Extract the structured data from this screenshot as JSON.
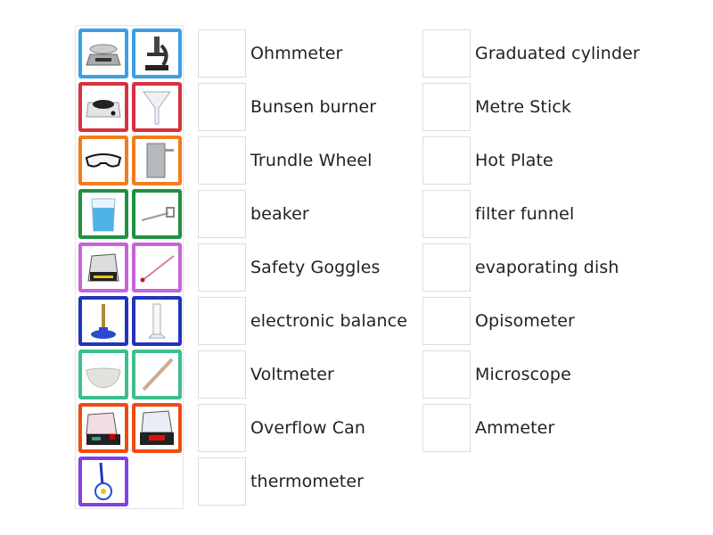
{
  "activity": {
    "type": "match-up",
    "tiles": [
      {
        "icon": "electronic-balance-icon",
        "color": "#3aa0e6"
      },
      {
        "icon": "microscope-icon",
        "color": "#3aa0e6"
      },
      {
        "icon": "hot-plate-icon",
        "color": "#d8303f"
      },
      {
        "icon": "filter-funnel-icon",
        "color": "#d8303f"
      },
      {
        "icon": "safety-goggles-icon",
        "color": "#f07c1c"
      },
      {
        "icon": "overflow-can-icon",
        "color": "#f07c1c"
      },
      {
        "icon": "beaker-icon",
        "color": "#1f9140"
      },
      {
        "icon": "deflagrating-spoon-icon",
        "color": "#1f9140"
      },
      {
        "icon": "voltmeter-icon",
        "color": "#c863d9"
      },
      {
        "icon": "thermometer-icon",
        "color": "#c863d9"
      },
      {
        "icon": "bunsen-burner-icon",
        "color": "#2233bb"
      },
      {
        "icon": "graduated-cylinder-icon",
        "color": "#2233bb"
      },
      {
        "icon": "evaporating-dish-icon",
        "color": "#3cbf8a"
      },
      {
        "icon": "metre-stick-icon",
        "color": "#3cbf8a"
      },
      {
        "icon": "ammeter-icon",
        "color": "#f04a12"
      },
      {
        "icon": "ohmmeter-icon",
        "color": "#f04a12"
      },
      {
        "icon": "opisometer-icon",
        "color": "#8140e6"
      }
    ],
    "left_labels": [
      "Ohmmeter",
      "Bunsen burner",
      "Trundle Wheel",
      "beaker",
      "Safety Goggles",
      "electronic balance",
      "Voltmeter",
      "Overflow Can",
      "thermometer"
    ],
    "right_labels": [
      "Graduated cylinder",
      "Metre Stick",
      "Hot Plate",
      "filter funnel",
      "evaporating dish",
      "Opisometer",
      "Microscope",
      "Ammeter"
    ]
  }
}
